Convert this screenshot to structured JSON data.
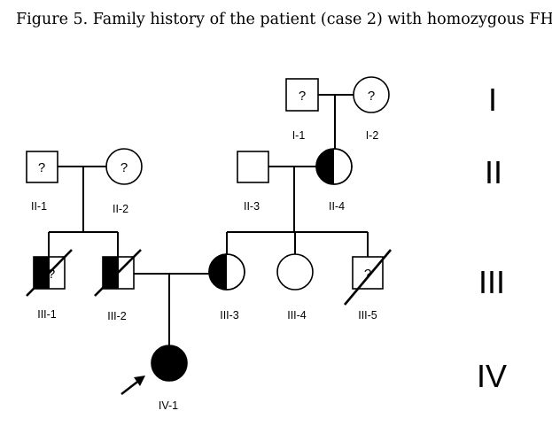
{
  "caption": "Figure 5. Family history of the patient (case 2) with homozygous FH.",
  "generations": [
    "I",
    "II",
    "III",
    "IV"
  ],
  "individuals": {
    "I-1": {
      "label": "I-1",
      "mark": "?"
    },
    "I-2": {
      "label": "I-2",
      "mark": "?"
    },
    "II-1": {
      "label": "II-1",
      "mark": "?"
    },
    "II-2": {
      "label": "II-2",
      "mark": "?"
    },
    "II-3": {
      "label": "II-3",
      "mark": ""
    },
    "II-4": {
      "label": "II-4",
      "mark": ""
    },
    "III-1": {
      "label": "III-1",
      "mark": "?"
    },
    "III-2": {
      "label": "III-2",
      "mark": ""
    },
    "III-3": {
      "label": "III-3",
      "mark": ""
    },
    "III-4": {
      "label": "III-4",
      "mark": ""
    },
    "III-5": {
      "label": "III-5",
      "mark": "?"
    },
    "IV-1": {
      "label": "IV-1",
      "mark": ""
    }
  }
}
